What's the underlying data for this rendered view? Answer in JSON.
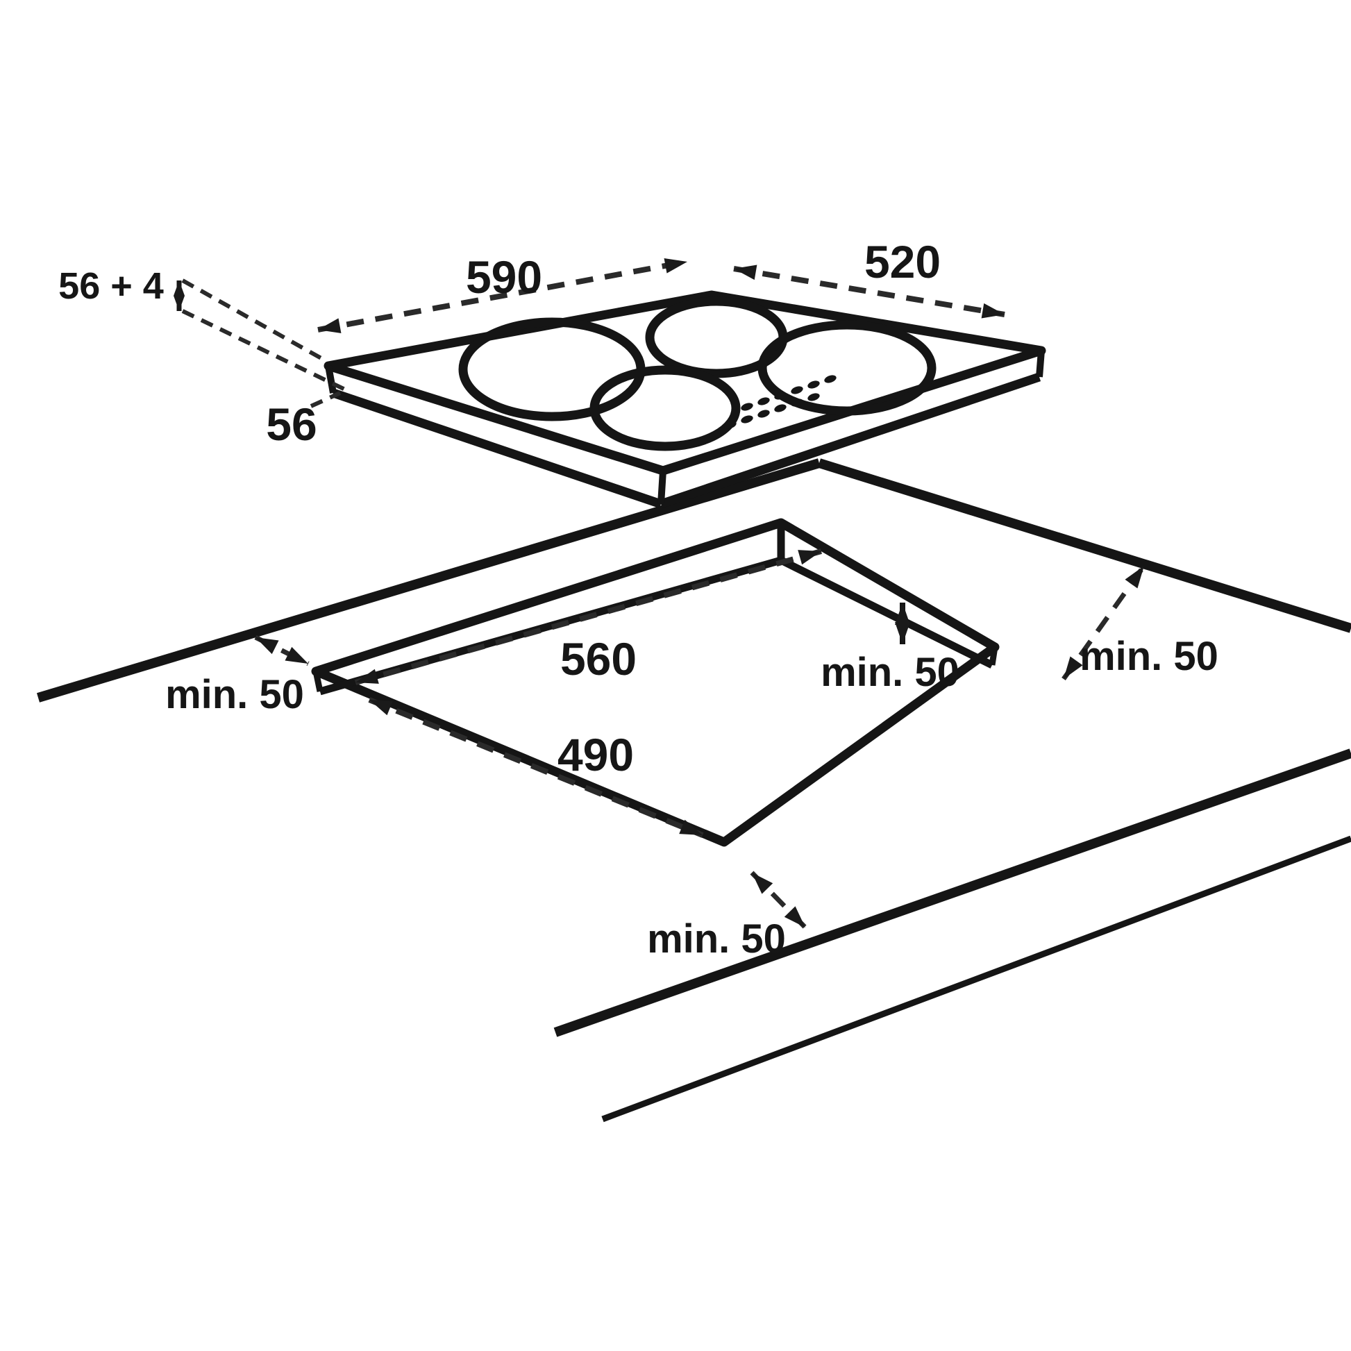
{
  "diagram": {
    "kind": "appliance-installation-drawing",
    "subject": "built-in 4-zone hob and worktop cutout"
  },
  "dimensions": {
    "hob_width": "590",
    "hob_depth": "520",
    "hob_total_height": "56 + 4",
    "hob_body_height": "56",
    "cutout_width": "560",
    "cutout_depth": "490",
    "clearance_side_left": "min. 50",
    "clearance_back_right": "min. 50",
    "clearance_back_center": "min. 50",
    "clearance_front": "min. 50"
  },
  "colors": {
    "line": "#151515",
    "background": "#ffffff"
  }
}
